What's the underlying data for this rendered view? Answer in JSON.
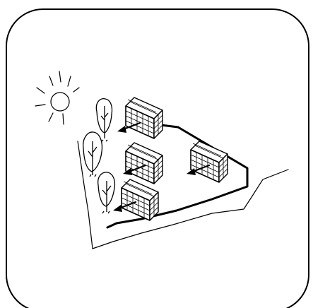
{
  "illustration": {
    "subject": "site-plan-sketch",
    "stroke_color": "#000000",
    "background_color": "#ffffff",
    "building_count": 4,
    "tree_count": 3,
    "arrow_count": 4
  }
}
